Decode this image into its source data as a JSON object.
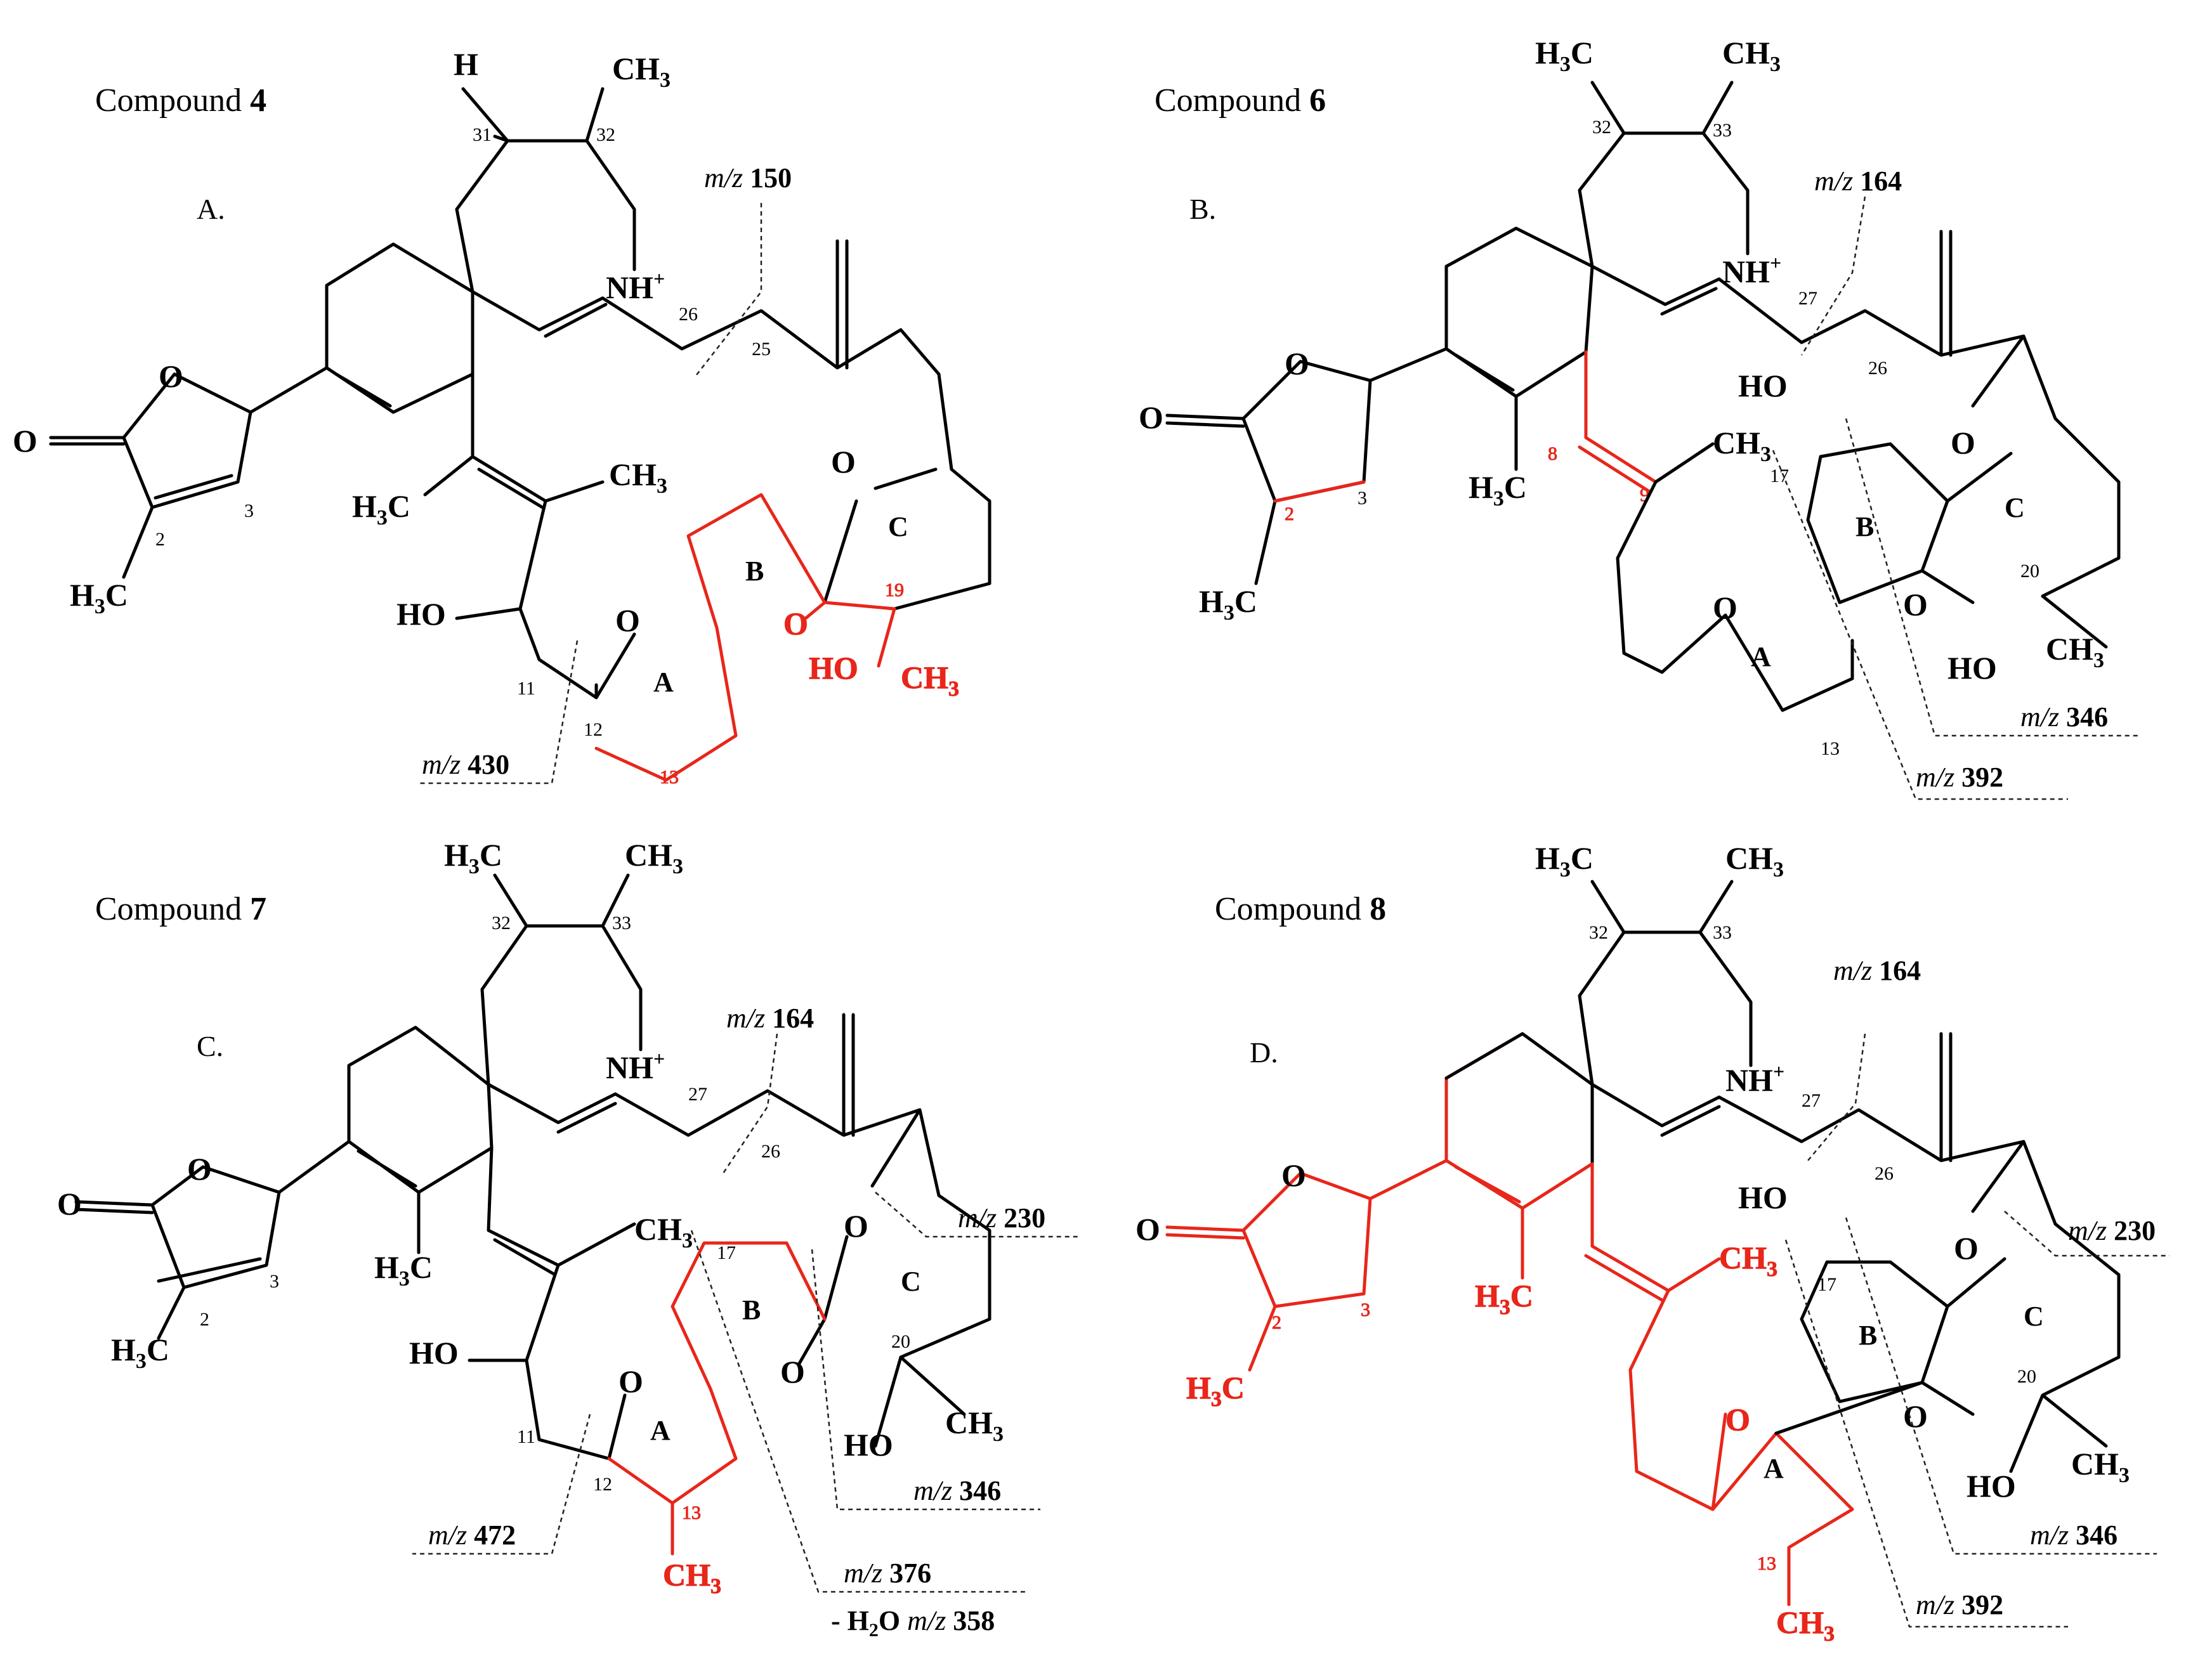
{
  "panels": [
    {
      "id": "A",
      "letter": "A.",
      "title_prefix": "Compound ",
      "title_number": "4",
      "top_substituent": "H",
      "nh": "NH",
      "mz": [
        {
          "label": "m/z",
          "value": "150"
        },
        {
          "label": "m/z",
          "value": "430"
        }
      ],
      "atoms": {
        "o": "O",
        "ho": "HO",
        "h3c": "H3C",
        "ch3": "CH3"
      },
      "rings": [
        "A",
        "B",
        "C"
      ],
      "locants_black": [
        "31",
        "32",
        "26",
        "25",
        "11",
        "12",
        "2",
        "3"
      ],
      "locants_red": [
        "13",
        "19"
      ]
    },
    {
      "id": "B",
      "letter": "B.",
      "title_prefix": "Compound ",
      "title_number": "6",
      "nh": "NH",
      "mz": [
        {
          "label": "m/z",
          "value": "164"
        },
        {
          "label": "m/z",
          "value": "346"
        },
        {
          "label": "m/z",
          "value": "392"
        }
      ],
      "atoms": {
        "o": "O",
        "ho": "HO",
        "h3c": "H3C",
        "ch3": "CH3"
      },
      "rings": [
        "A",
        "B",
        "C"
      ],
      "locants_black": [
        "32",
        "33",
        "27",
        "26",
        "17",
        "20",
        "13",
        "3"
      ],
      "locants_red": [
        "2",
        "8",
        "9"
      ]
    },
    {
      "id": "C",
      "letter": "C.",
      "title_prefix": "Compound ",
      "title_number": "7",
      "nh": "NH",
      "mz": [
        {
          "label": "m/z",
          "value": "164"
        },
        {
          "label": "m/z",
          "value": "230"
        },
        {
          "label": "m/z",
          "value": "346"
        },
        {
          "label": "m/z",
          "value": "472"
        },
        {
          "label": "m/z",
          "value": "376"
        }
      ],
      "water_loss": {
        "prefix": "- H",
        "sub": "2",
        "mid": "O ",
        "label": "m/z",
        "value": "358"
      },
      "atoms": {
        "o": "O",
        "ho": "HO",
        "h3c": "H3C",
        "ch3": "CH3"
      },
      "rings": [
        "A",
        "B",
        "C"
      ],
      "locants_black": [
        "32",
        "33",
        "27",
        "26",
        "17",
        "20",
        "11",
        "12",
        "2",
        "3"
      ],
      "locants_red": [
        "13"
      ]
    },
    {
      "id": "D",
      "letter": "D.",
      "title_prefix": "Compound ",
      "title_number": "8",
      "nh": "NH",
      "mz": [
        {
          "label": "m/z",
          "value": "164"
        },
        {
          "label": "m/z",
          "value": "230"
        },
        {
          "label": "m/z",
          "value": "346"
        },
        {
          "label": "m/z",
          "value": "392"
        }
      ],
      "atoms": {
        "o": "O",
        "ho": "HO",
        "h3c": "H3C",
        "ch3": "CH3"
      },
      "rings": [
        "A",
        "B",
        "C"
      ],
      "locants_black": [
        "32",
        "33",
        "27",
        "26",
        "17",
        "20"
      ],
      "locants_red": [
        "2",
        "3",
        "13"
      ]
    }
  ],
  "colors": {
    "ink": "#000000",
    "highlight": "#e8261a"
  }
}
